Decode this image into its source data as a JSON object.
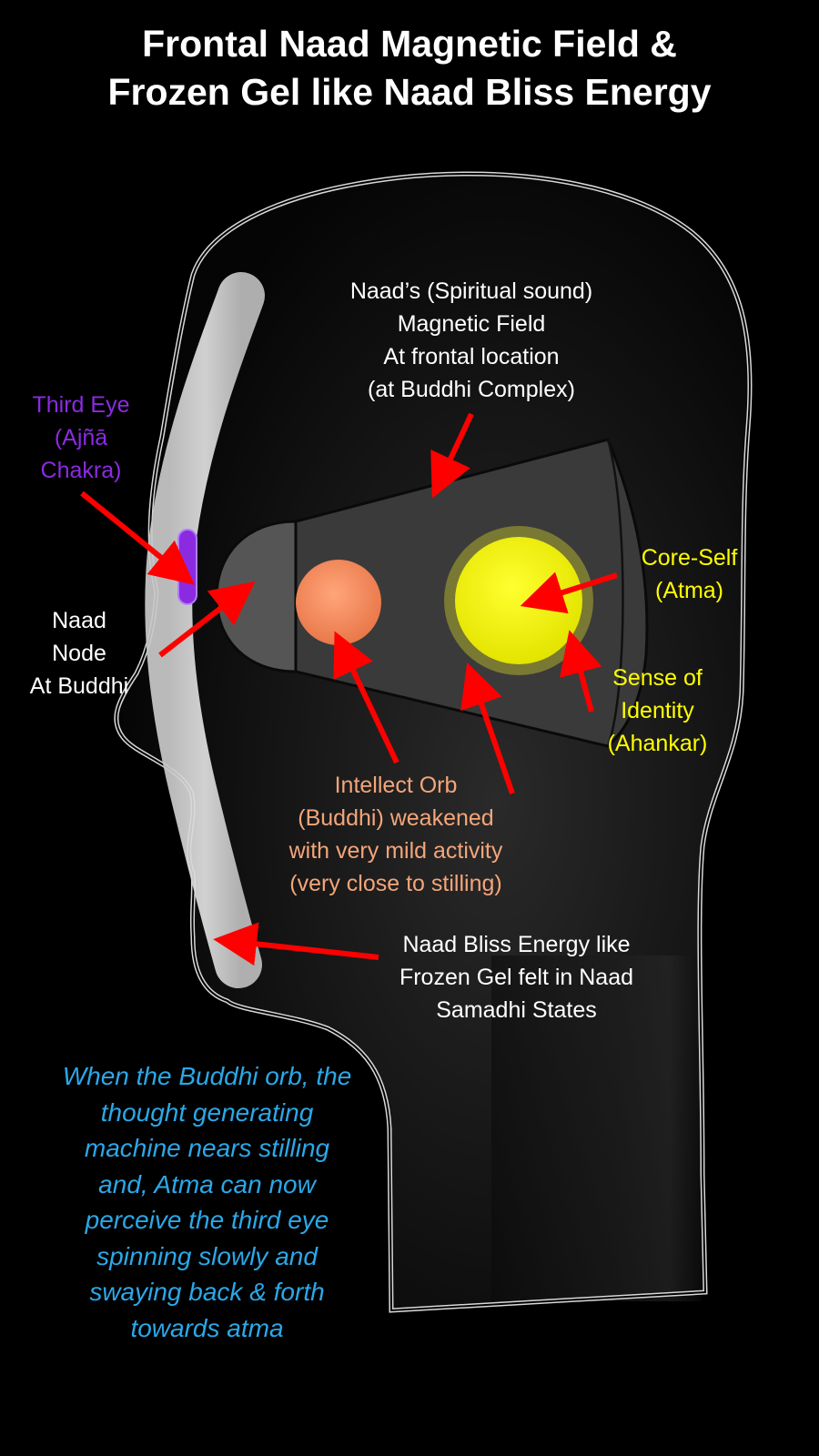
{
  "title": {
    "line1": "Frontal Naad Magnetic Field &",
    "line2": "Frozen Gel like Naad Bliss Energy"
  },
  "colors": {
    "background": "#000000",
    "white_text": "#ffffff",
    "purple": "#8a2be2",
    "yellow": "#ffff00",
    "orange": "#f4a57a",
    "blue": "#2ba8e8",
    "arrow": "#ff0000",
    "orb_orange": "#f58a5c",
    "orb_yellow": "#f4f40a"
  },
  "labels": {
    "magnetic_field": {
      "line1": "Naad’s (Spiritual sound)",
      "line2": "Magnetic Field",
      "line3": "At frontal location",
      "line4": "(at Buddhi Complex)"
    },
    "third_eye": {
      "line1": "Third Eye",
      "line2": "(Ajñā",
      "line3": "Chakra)"
    },
    "naad_node": {
      "line1": "Naad",
      "line2": "Node",
      "line3": "At Buddhi"
    },
    "core_self": {
      "line1": "Core-Self",
      "line2": "(Atma)"
    },
    "sense_identity": {
      "line1": "Sense of",
      "line2": "Identity",
      "line3": "(Ahankar)"
    },
    "intellect_orb": {
      "line1": "Intellect Orb",
      "line2": "(Buddhi) weakened",
      "line3": "with very mild activity",
      "line4": "(very close to stilling)"
    },
    "bliss_energy": {
      "line1": "Naad Bliss Energy like",
      "line2": "Frozen Gel felt in Naad",
      "line3": "Samadhi States"
    }
  },
  "caption": {
    "line1": "When the Buddhi orb, the",
    "line2": "thought generating",
    "line3": "machine nears stilling",
    "line4": "and, Atma can now",
    "line5": "perceive the third eye",
    "line6": "spinning slowly and",
    "line7": "swaying back & forth",
    "line8": "towards atma"
  }
}
